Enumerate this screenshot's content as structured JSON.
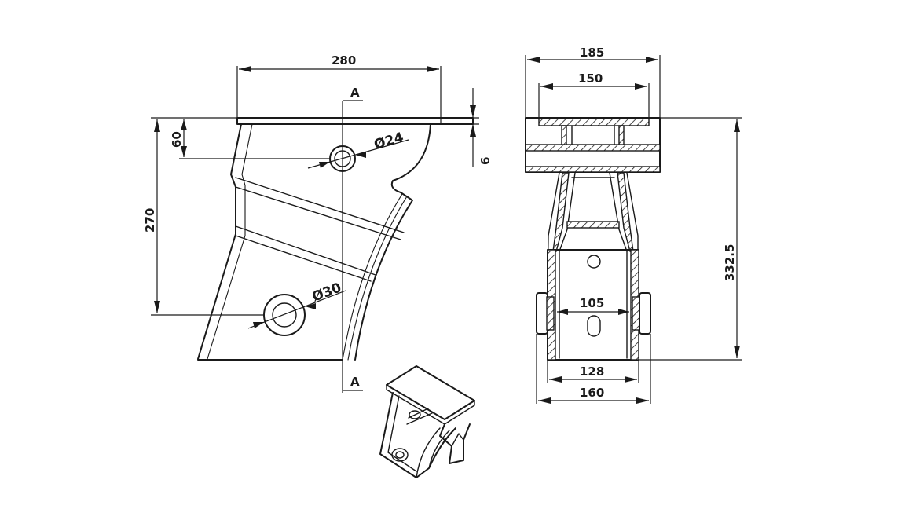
{
  "dimensions": {
    "d280": "280",
    "d60": "60",
    "d6": "6",
    "d270": "270",
    "dia24": "Ø24",
    "dia30": "Ø30",
    "d185": "185",
    "d150": "150",
    "d332": "332.5",
    "d105": "105",
    "d128": "128",
    "d160": "160"
  },
  "section": {
    "top": "A",
    "bottom": "A"
  },
  "colors": {
    "line": "#1a1a1a",
    "background": "#ffffff"
  }
}
